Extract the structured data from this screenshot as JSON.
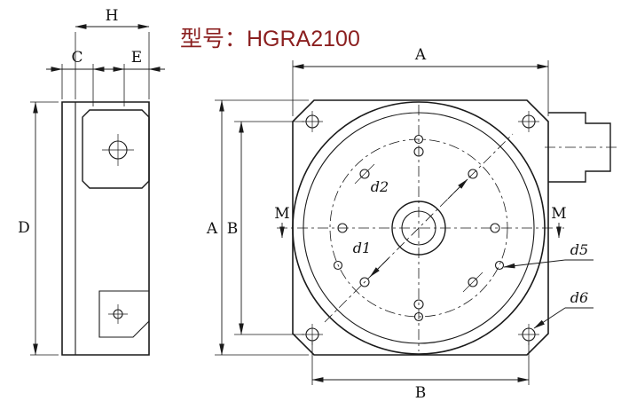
{
  "title": "型号：HGRA2100",
  "side_view": {
    "dims": {
      "H": "H",
      "C": "C",
      "E": "E",
      "D": "D"
    }
  },
  "front_view": {
    "dims": {
      "A_top": "A",
      "A_left": "A",
      "B_left": "B",
      "B_bottom": "B"
    },
    "section_labels": {
      "left": "M",
      "right": "M"
    },
    "diameter_labels": {
      "d1": "d1",
      "d2": "d2",
      "d5": "d5",
      "d6": "d6"
    }
  },
  "colors": {
    "line": "#1a1a1a",
    "title_text": "#8b1f1f",
    "background": "#ffffff"
  }
}
